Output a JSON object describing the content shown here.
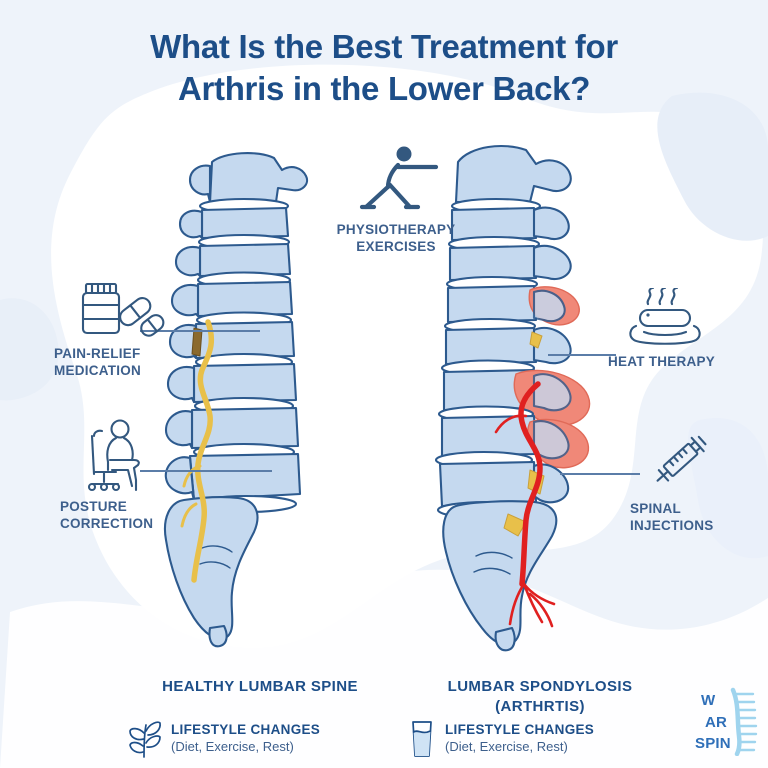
{
  "title": {
    "line1": "What Is the Best Treatment for",
    "line2": "Arthris in the Lower Back?"
  },
  "colors": {
    "background": "#eef3fa",
    "blob_white": "#ffffff",
    "title_blue": "#1d4e88",
    "label_blue": "#3d5f8c",
    "bone_fill": "#c5d9ef",
    "bone_outline": "#2d5a8e",
    "disc_white": "#ffffff",
    "nerve_yellow": "#e8c04a",
    "inflammation_red": "#f08878",
    "nerve_red": "#e02020",
    "leader_line": "#5b7da8",
    "logo_blue": "#2f6fb8",
    "logo_spine": "#9fd4ee"
  },
  "callouts": [
    {
      "id": "medication",
      "icon": "pill-bottle-icon",
      "label": "PAIN-RELIEF\nMEDICATION",
      "side": "left"
    },
    {
      "id": "posture",
      "icon": "sitting-person-icon",
      "label": "POSTURE\nCORRECTION",
      "side": "left"
    },
    {
      "id": "physio",
      "icon": "stretching-person-icon",
      "label": "PHYSIOTHERAPY\nEXERCISES",
      "side": "center"
    },
    {
      "id": "heat",
      "icon": "heat-pad-icon",
      "label": "HEAT THERAPY",
      "side": "right"
    },
    {
      "id": "injections",
      "icon": "syringe-icon",
      "label": "SPINAL\nINJECTIONS",
      "side": "right"
    }
  ],
  "spines": {
    "left": {
      "caption": "HEALTHY LUMBAR SPINE",
      "lifestyle_icon": "plant-leaf-icon",
      "lifestyle_main": "LIFESTYLE CHANGES",
      "lifestyle_sub": "(Diet, Exercise, Rest)"
    },
    "right": {
      "caption_line1": "LUMBAR SPONDYLOSIS",
      "caption_line2": "(ARTHRTIS)",
      "lifestyle_icon": "water-glass-icon",
      "lifestyle_main": "LIFESTYLE CHANGES",
      "lifestyle_sub": "(Diet, Exercise, Rest)"
    }
  },
  "logo": {
    "line1": "W",
    "line2": "AR",
    "line3": "SPIN",
    "mark": "spine-comb-icon"
  }
}
